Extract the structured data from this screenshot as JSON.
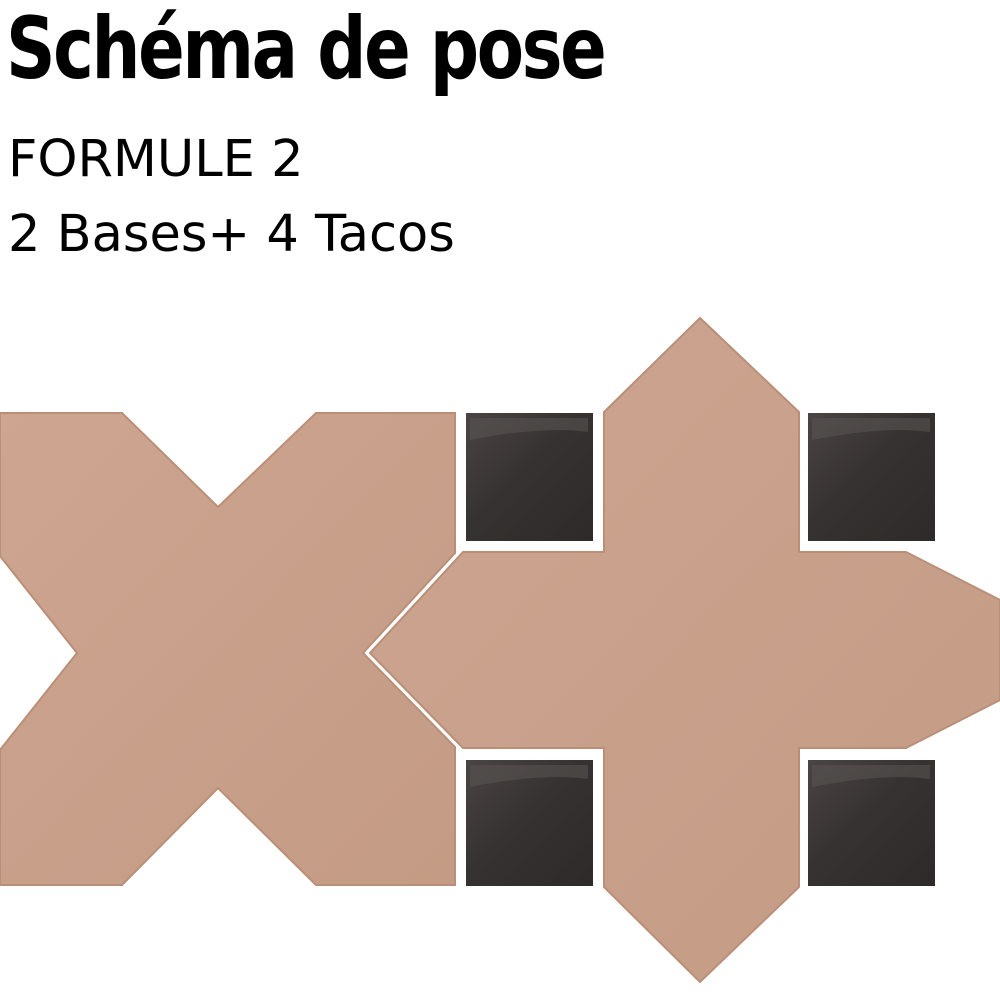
{
  "title": "Schéma de pose",
  "subtitle": {
    "formula": "FORMULE 2",
    "composition": "2 Bases+ 4 Tacos"
  },
  "diagram": {
    "tiles": [
      {
        "kind": "base",
        "shape": "cross",
        "color": "#c9a088"
      },
      {
        "kind": "base",
        "shape": "cross",
        "color": "#c9a088"
      },
      {
        "kind": "taco",
        "shape": "square",
        "color": "#3b3736"
      },
      {
        "kind": "taco",
        "shape": "square",
        "color": "#3b3736"
      },
      {
        "kind": "taco",
        "shape": "square",
        "color": "#3b3736"
      },
      {
        "kind": "taco",
        "shape": "square",
        "color": "#3b3736"
      }
    ],
    "colors": {
      "base": "#c9a088",
      "base_edge": "#b98f78",
      "taco": "#3b3736",
      "taco_highlight": "#55504e"
    }
  }
}
